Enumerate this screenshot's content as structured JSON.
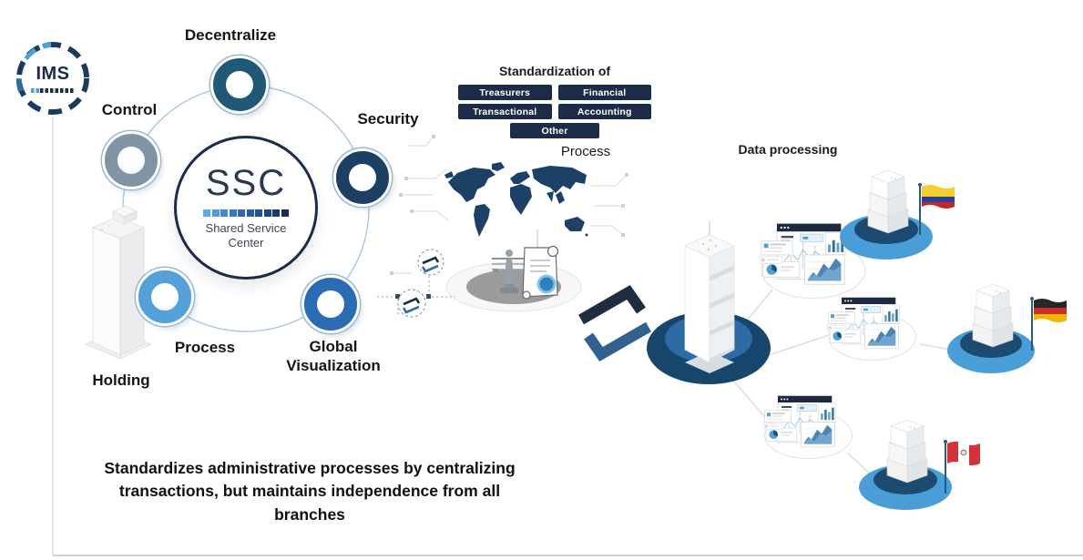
{
  "colors": {
    "navy": "#1c2b47",
    "steel": "#2f6da8",
    "accent": "#4da0d8",
    "map_blue": "#1d4066",
    "orbit_blue": "#9cb8d6",
    "platform_gray": "#9c9c9c",
    "central_ellipse_dark": "#17466d",
    "central_ellipse_mid": "#2c6ba3",
    "branch_ellipse_blue": "#4a9ed7",
    "branch_ellipse_inner": "#1c4a70",
    "rule_gray": "#b7c3cd"
  },
  "brand": {
    "logo_text": "IMS"
  },
  "hub": {
    "abbr": "SSC",
    "name_lines": [
      "Shared Service",
      "Center"
    ],
    "gradient": [
      "#61aae2",
      "#4f9ad9",
      "#418bcd",
      "#3579c0",
      "#2c6bb2",
      "#2560a4",
      "#215394",
      "#1d4681",
      "#193a6a",
      "#152e53"
    ]
  },
  "satellites": [
    {
      "label": "Decentralize",
      "color": "#1f5976"
    },
    {
      "label": "Control",
      "color": "#8093a7"
    },
    {
      "label": "Security",
      "color": "#1d3f63"
    },
    {
      "label": "Process",
      "color": "#54a0d8"
    },
    {
      "label": "Global Visualization",
      "color": "#2a6cb3"
    }
  ],
  "holding": {
    "label": "Holding"
  },
  "standardization": {
    "title": "Standardization of",
    "tags": [
      "Treasurers",
      "Financial",
      "Transactional",
      "Accounting",
      "Other"
    ],
    "footer_label": "Process"
  },
  "data_processing": {
    "title": "Data processing",
    "branch_flags": [
      "flag-colombia",
      "flag-germany",
      "flag-peru"
    ]
  },
  "caption_lines": [
    "Standardizes administrative processes by centralizing",
    "transactions, but maintains independence from all",
    "branches"
  ]
}
